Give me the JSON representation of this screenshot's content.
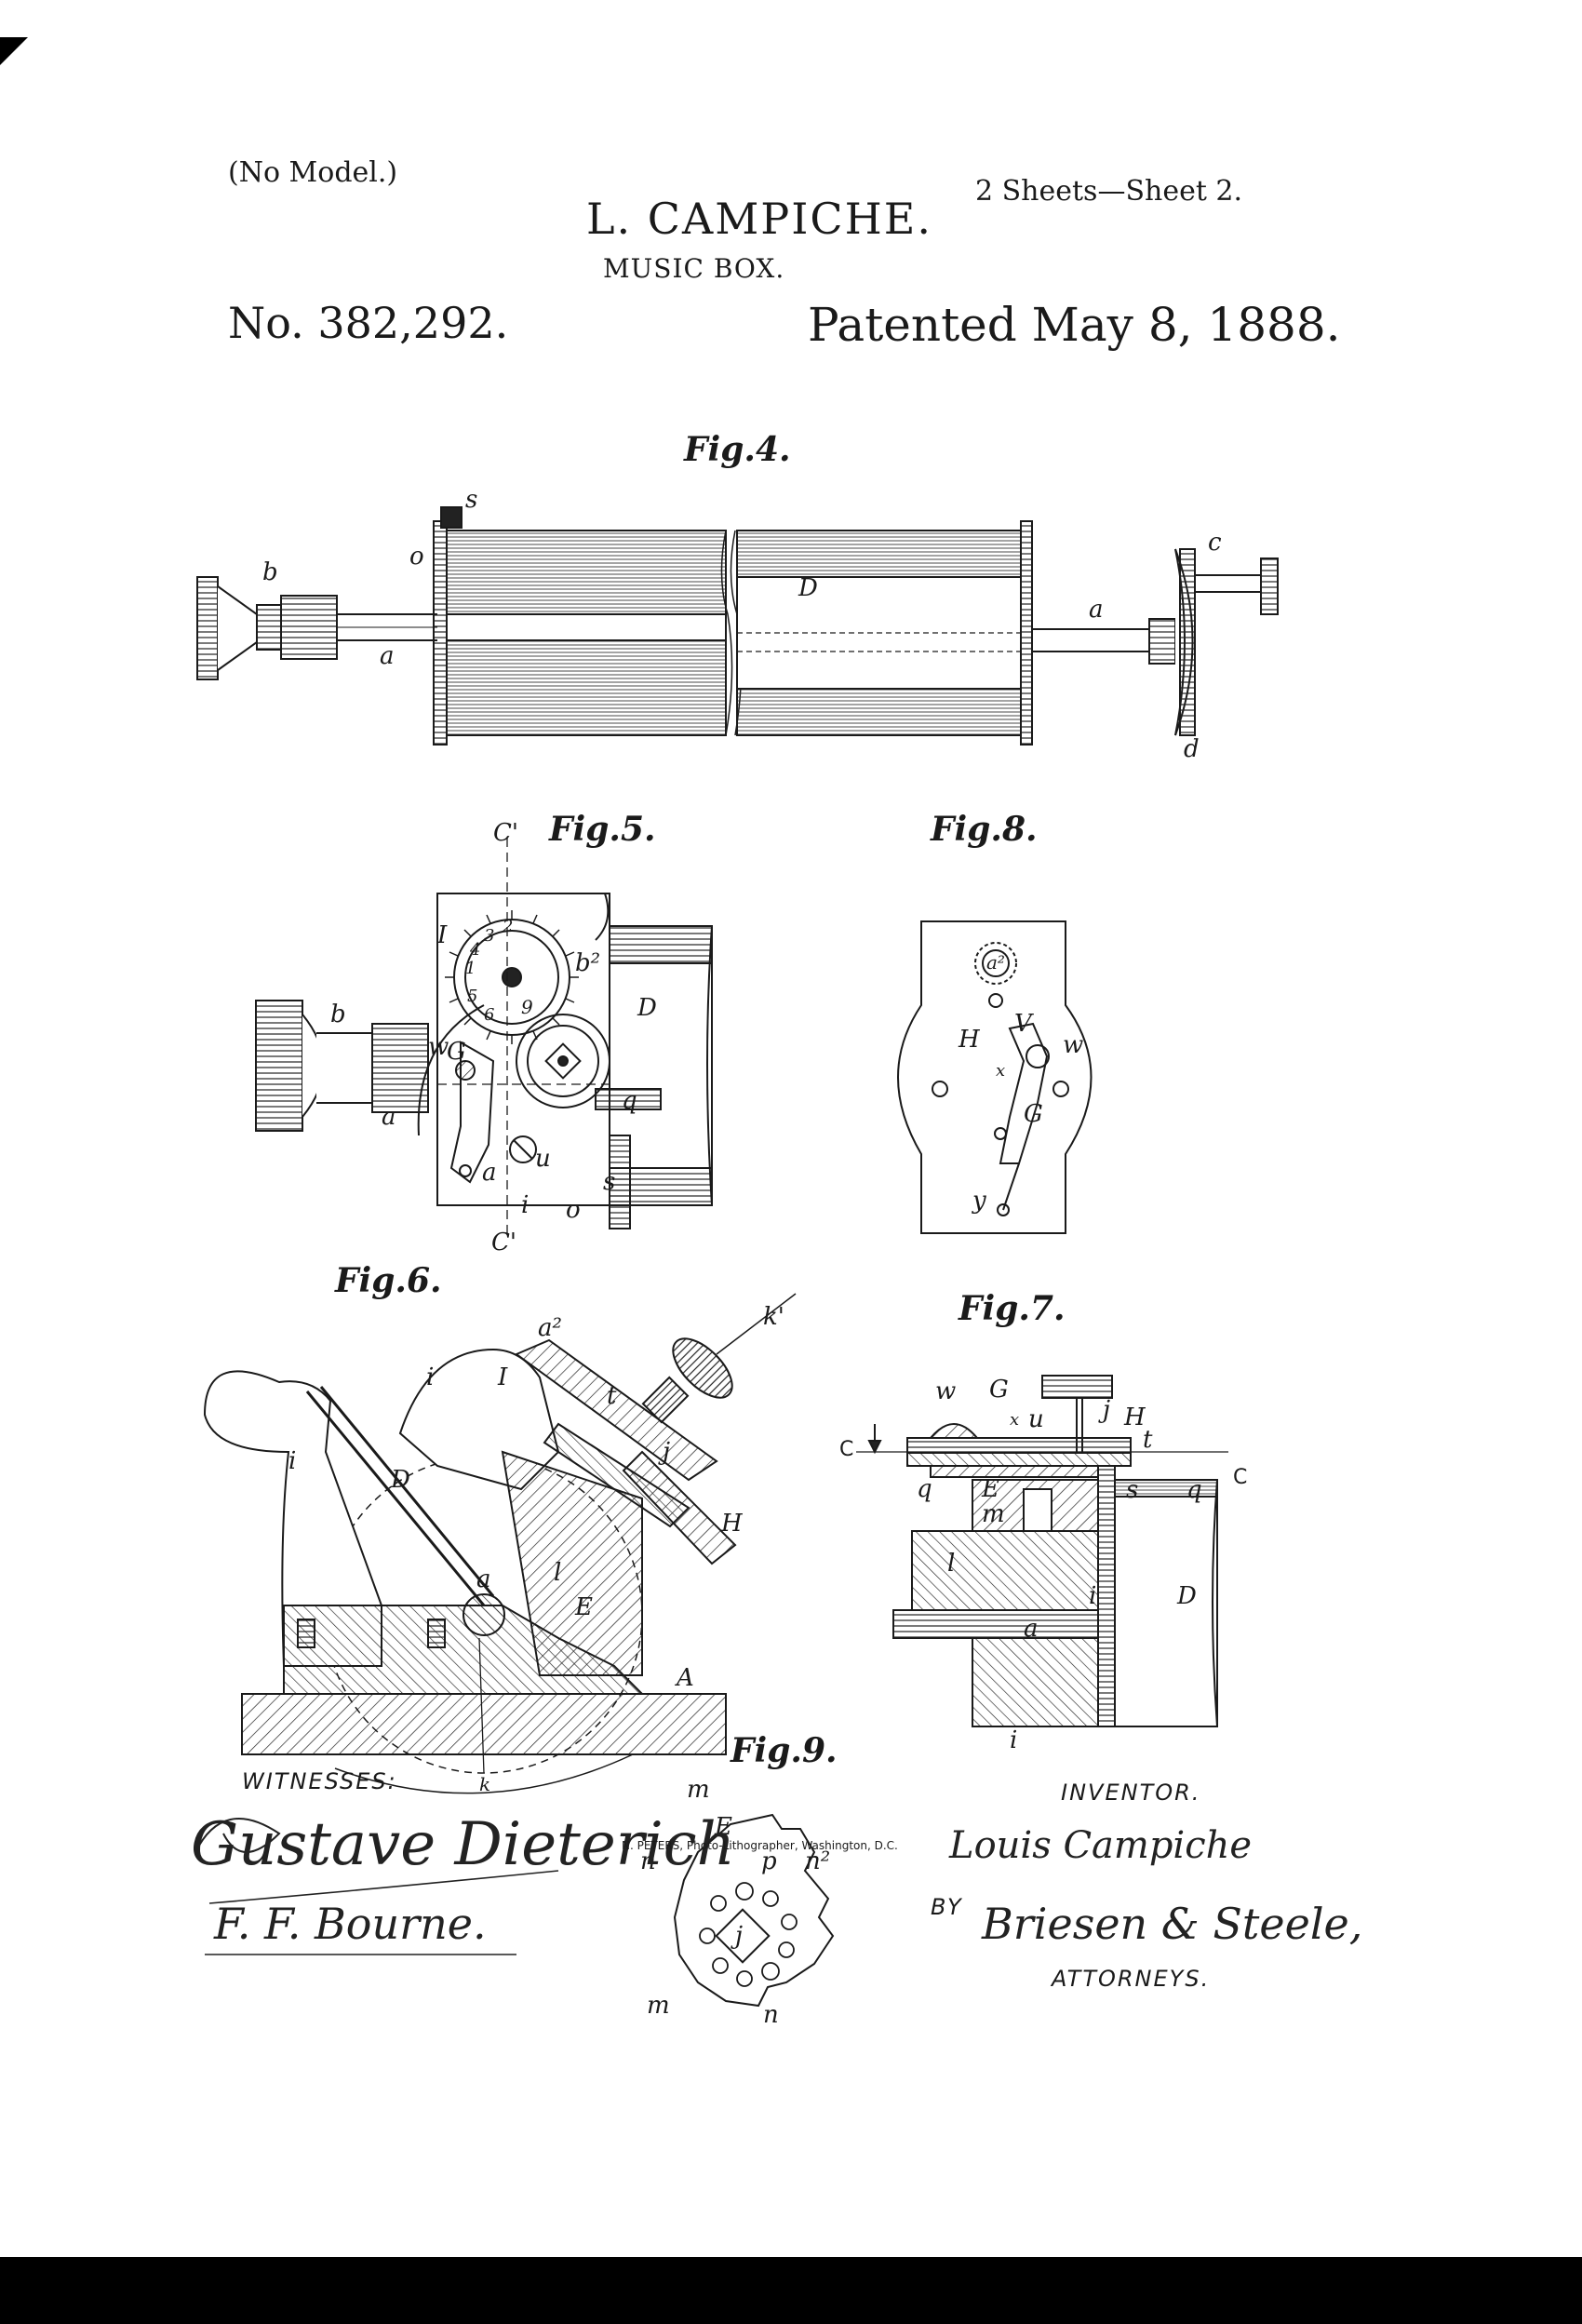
{
  "header": {
    "no_model": "(No Model.)",
    "inventor": "L. CAMPICHE.",
    "sheets": "2 Sheets—Sheet 2.",
    "title": "MUSIC BOX.",
    "patent_number": "No. 382,292.",
    "patent_date": "Patented May 8, 1888."
  },
  "figures": {
    "fig4": {
      "label": "Fig.4.",
      "letters": [
        "b",
        "a",
        "o",
        "s",
        "D",
        "a",
        "c",
        "d"
      ]
    },
    "fig5": {
      "label": "Fig.5.",
      "letters": [
        "C'",
        "1",
        "2",
        "3",
        "4",
        "5",
        "6",
        "9",
        "I",
        "b",
        "b²",
        "D",
        "w",
        "G",
        "a",
        "u",
        "q",
        "s",
        "o",
        "i",
        "a",
        "C'"
      ]
    },
    "fig6": {
      "label": "Fig.6.",
      "letters": [
        "k'",
        "a²",
        "i",
        "I",
        "t",
        "j",
        "i",
        "D",
        "H",
        "a",
        "l",
        "E",
        "A",
        "k"
      ]
    },
    "fig7": {
      "label": "Fig.7.",
      "letters": [
        "w",
        "G",
        "x",
        "u",
        "j",
        "H",
        "t",
        "C",
        "C",
        "q",
        "E",
        "m",
        "s",
        "q",
        "l",
        "i",
        "D",
        "a",
        "i"
      ]
    },
    "fig8": {
      "label": "Fig.8.",
      "letters": [
        "a²",
        "H",
        "V",
        "w",
        "x",
        "G",
        "y"
      ]
    },
    "fig9": {
      "label": "Fig.9.",
      "letters": [
        "m",
        "E",
        "n",
        "p",
        "n²",
        "j",
        "m",
        "n"
      ]
    }
  },
  "signatures": {
    "witnesses_label": "WITNESSES:",
    "witness_1": "Gustave Dieterich",
    "witness_2": "F. F. Bourne.",
    "inventor_label": "INVENTOR.",
    "inventor_signature": "Louis Campiche",
    "by_label": "BY",
    "attorneys_signature": "Briesen & Steele,",
    "attorneys_label": "ATTORNEYS."
  },
  "printer_credit": "N. PETERS, Photo-Lithographer, Washington, D.C."
}
